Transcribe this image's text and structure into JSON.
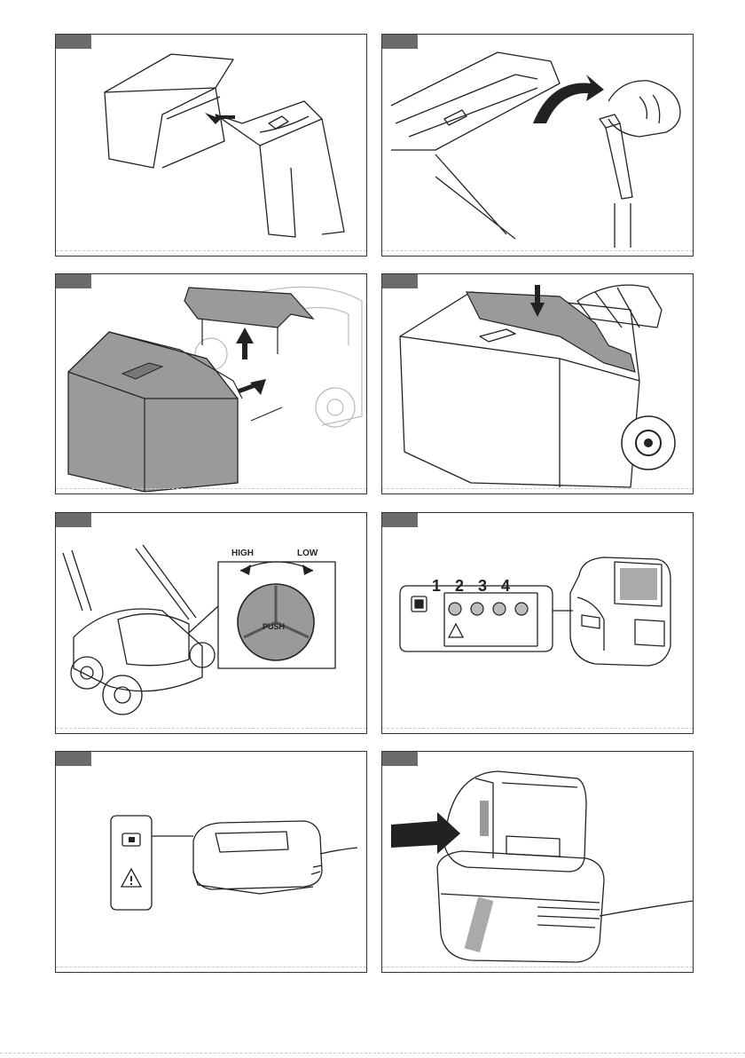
{
  "panel5": {
    "high": "HIGH",
    "low": "LOW",
    "push": "PUSH"
  },
  "panel6": {
    "n1": "1",
    "n2": "2",
    "n3": "3",
    "n4": "4"
  }
}
